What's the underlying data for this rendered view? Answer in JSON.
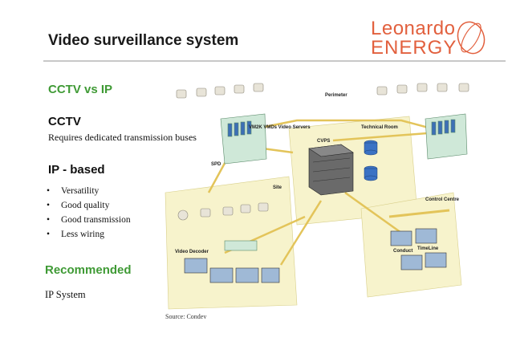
{
  "header": {
    "title": "Video surveillance system",
    "logo_line1": "Leonardo",
    "logo_line2": "ENERGY"
  },
  "sections": {
    "cctv_vs_ip": "CCTV vs IP",
    "cctv_heading": "CCTV",
    "cctv_desc": "Requires dedicated transmission buses",
    "ip_heading": "IP - based",
    "ip_bullets": [
      "Versatility",
      "Good quality",
      "Good transmission",
      "Less wiring"
    ],
    "recommended_heading": "Recommended",
    "recommended_value": "IP System"
  },
  "diagram": {
    "labels": {
      "perimeter": "Perimeter",
      "technical_room": "Technical Room",
      "servers": "VM2K VMDs Video Servers",
      "spd": "SPD",
      "cvps": "CVPS",
      "site": "Site",
      "control_centre": "Control Centre",
      "video_decoder": "Video Decoder",
      "conduct": "Conduct",
      "timeline": "TimeLine"
    },
    "colors": {
      "panel": "#f7f3cc",
      "cable": "#e3c45a",
      "accent_green": "#3f9a35",
      "logo_orange": "#e2603e"
    }
  },
  "footer": {
    "source": "Source: Condev"
  }
}
